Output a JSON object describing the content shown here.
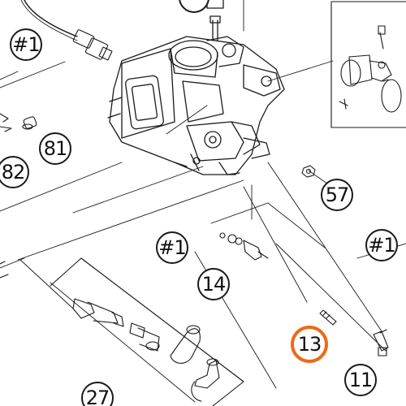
{
  "callouts": {
    "c_top": "",
    "ref1_a": "#1",
    "ref1_b": "#1",
    "ref1_c": "#1",
    "c81": "81",
    "c82": "82",
    "c57": "57",
    "c14": "14",
    "c13": "13",
    "c11": "11",
    "c27": "27"
  },
  "highlight_color": "#ee6a16",
  "line_color": "#1a1a1a"
}
